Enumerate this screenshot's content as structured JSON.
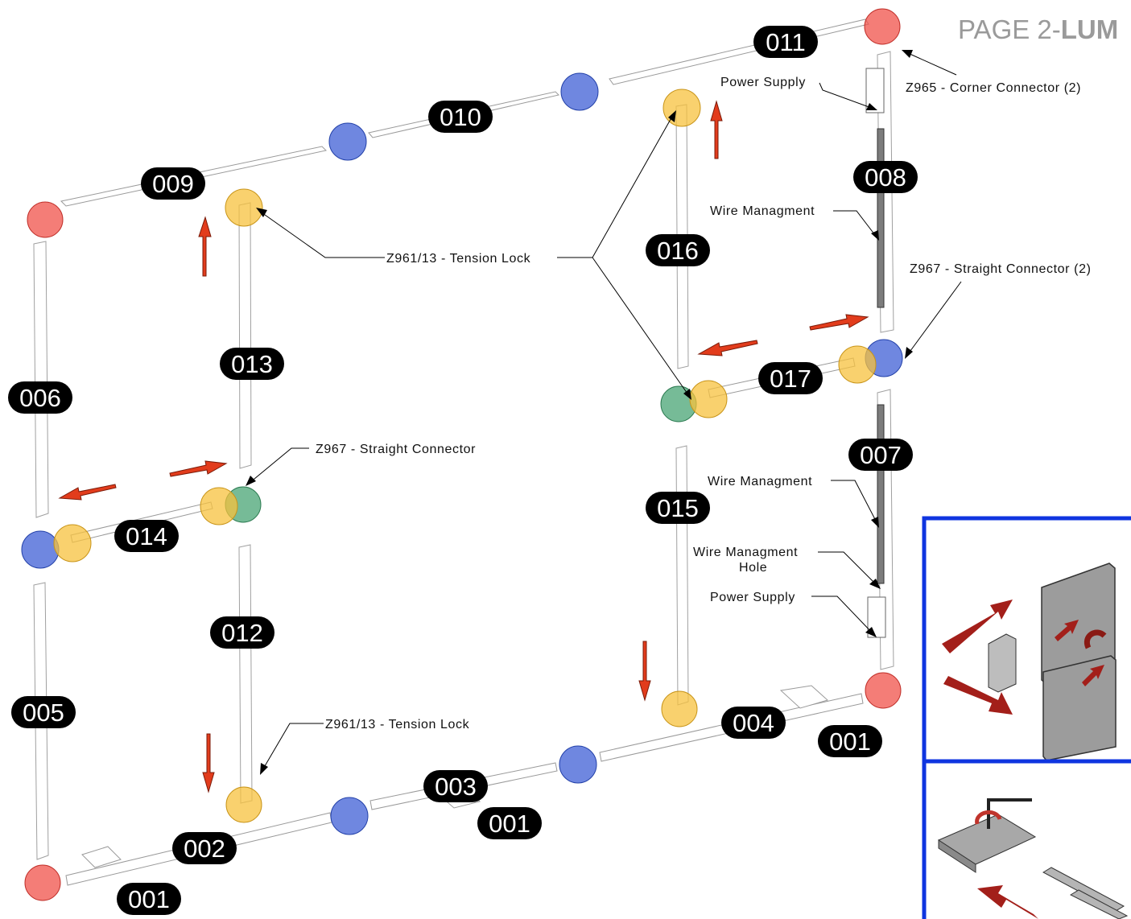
{
  "header": {
    "prefix": "PAGE 2-",
    "bold": "LUM"
  },
  "part_labels": [
    "011",
    "010",
    "009",
    "008",
    "016",
    "013",
    "006",
    "017",
    "007",
    "015",
    "014",
    "012",
    "005",
    "004",
    "001",
    "003",
    "001",
    "002",
    "001"
  ],
  "callouts": {
    "power_supply_top": "Power Supply",
    "corner_connector": "Z965 - Corner Connector (2)",
    "wire_mgmt_top": "Wire Managment",
    "tension_lock_top": "Z961/13 - Tension Lock",
    "straight_connector_right": "Z967 - Straight Connector (2)",
    "straight_connector_left": "Z967 - Straight Connector",
    "wire_mgmt_mid": "Wire Managment",
    "wire_mgmt_hole_1": "Wire Managment",
    "wire_mgmt_hole_2": "Hole",
    "power_supply_bottom": "Power Supply",
    "tension_lock_bottom": "Z961/13 - Tension Lock"
  },
  "colors": {
    "tension_lock": "#f7c23d",
    "straight_connector": "#3f5fd6",
    "corner_connector": "#f0514a",
    "alt_connector": "#3c9e6b",
    "flow_arrow": "#e23c1c",
    "inset_border": "#0f35e0"
  }
}
